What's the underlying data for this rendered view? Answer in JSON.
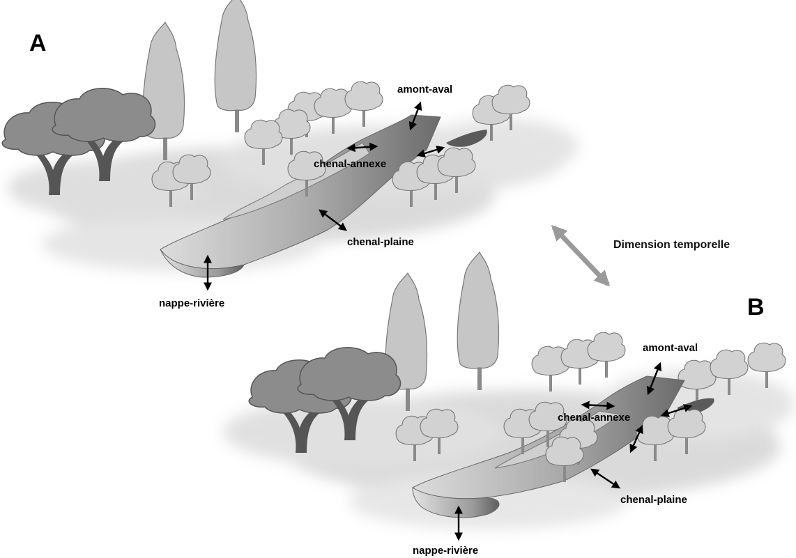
{
  "panels": {
    "a": {
      "letter": "A",
      "labels": {
        "upstream_downstream": "amont-aval",
        "channel_annex": "chenal-annexe",
        "channel_floodplain": "chenal-plaine",
        "groundwater_river": "nappe-rivière"
      }
    },
    "b": {
      "letter": "B",
      "labels": {
        "upstream_downstream": "amont-aval",
        "channel_annex": "chenal-annexe",
        "channel_floodplain": "chenal-plaine",
        "groundwater_river": "nappe-rivière"
      }
    }
  },
  "temporal": {
    "label": "Dimension temporelle"
  },
  "colors": {
    "river_dark": "#6e6e6e",
    "river_light": "#d8d8d8",
    "tree_dark_trunk": "#555555",
    "tree_dark_crown": "#8c8c8c",
    "tree_light": "#c8c8c8",
    "tree_pale": "#dedede",
    "temporal_arrow": "#9a9a9a",
    "arrow": "#000000"
  },
  "icons": [
    "oak-tree-icon",
    "poplar-tree-icon",
    "bush-tree-icon",
    "double-arrow-icon"
  ]
}
